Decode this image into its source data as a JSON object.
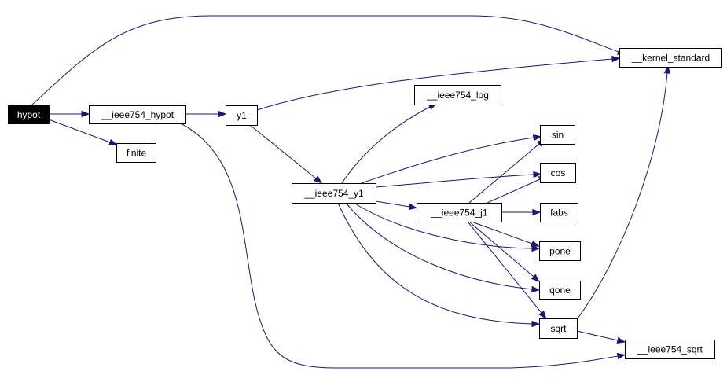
{
  "graph": {
    "colors": {
      "edge": "#191970",
      "root_fill": "#000000",
      "root_text": "#ffffff",
      "node_fill": "#ffffff",
      "node_border": "#000000"
    },
    "nodes": [
      {
        "id": "hypot",
        "label": "hypot",
        "root": true
      },
      {
        "id": "ieee754_hypot",
        "label": "__ieee754_hypot"
      },
      {
        "id": "finite",
        "label": "finite"
      },
      {
        "id": "y1",
        "label": "y1"
      },
      {
        "id": "kernel_standard",
        "label": "__kernel_standard"
      },
      {
        "id": "ieee754_log",
        "label": "__ieee754_log"
      },
      {
        "id": "ieee754_y1",
        "label": "__ieee754_y1"
      },
      {
        "id": "sin",
        "label": "sin"
      },
      {
        "id": "cos",
        "label": "cos"
      },
      {
        "id": "ieee754_j1",
        "label": "__ieee754_j1"
      },
      {
        "id": "fabs",
        "label": "fabs"
      },
      {
        "id": "pone",
        "label": "pone"
      },
      {
        "id": "qone",
        "label": "qone"
      },
      {
        "id": "sqrt",
        "label": "sqrt"
      },
      {
        "id": "ieee754_sqrt",
        "label": "__ieee754_sqrt"
      }
    ],
    "edges": [
      {
        "from": "hypot",
        "to": "kernel_standard"
      },
      {
        "from": "hypot",
        "to": "ieee754_hypot"
      },
      {
        "from": "hypot",
        "to": "finite"
      },
      {
        "from": "ieee754_hypot",
        "to": "y1"
      },
      {
        "from": "ieee754_hypot",
        "to": "ieee754_sqrt"
      },
      {
        "from": "y1",
        "to": "kernel_standard"
      },
      {
        "from": "y1",
        "to": "ieee754_y1"
      },
      {
        "from": "ieee754_y1",
        "to": "ieee754_log"
      },
      {
        "from": "ieee754_y1",
        "to": "sin"
      },
      {
        "from": "ieee754_y1",
        "to": "cos"
      },
      {
        "from": "ieee754_y1",
        "to": "ieee754_j1"
      },
      {
        "from": "ieee754_y1",
        "to": "pone"
      },
      {
        "from": "ieee754_y1",
        "to": "qone"
      },
      {
        "from": "ieee754_y1",
        "to": "sqrt"
      },
      {
        "from": "ieee754_j1",
        "to": "sin"
      },
      {
        "from": "ieee754_j1",
        "to": "cos"
      },
      {
        "from": "ieee754_j1",
        "to": "fabs"
      },
      {
        "from": "ieee754_j1",
        "to": "pone"
      },
      {
        "from": "ieee754_j1",
        "to": "qone"
      },
      {
        "from": "ieee754_j1",
        "to": "sqrt"
      },
      {
        "from": "sqrt",
        "to": "kernel_standard"
      },
      {
        "from": "sqrt",
        "to": "ieee754_sqrt"
      }
    ]
  }
}
